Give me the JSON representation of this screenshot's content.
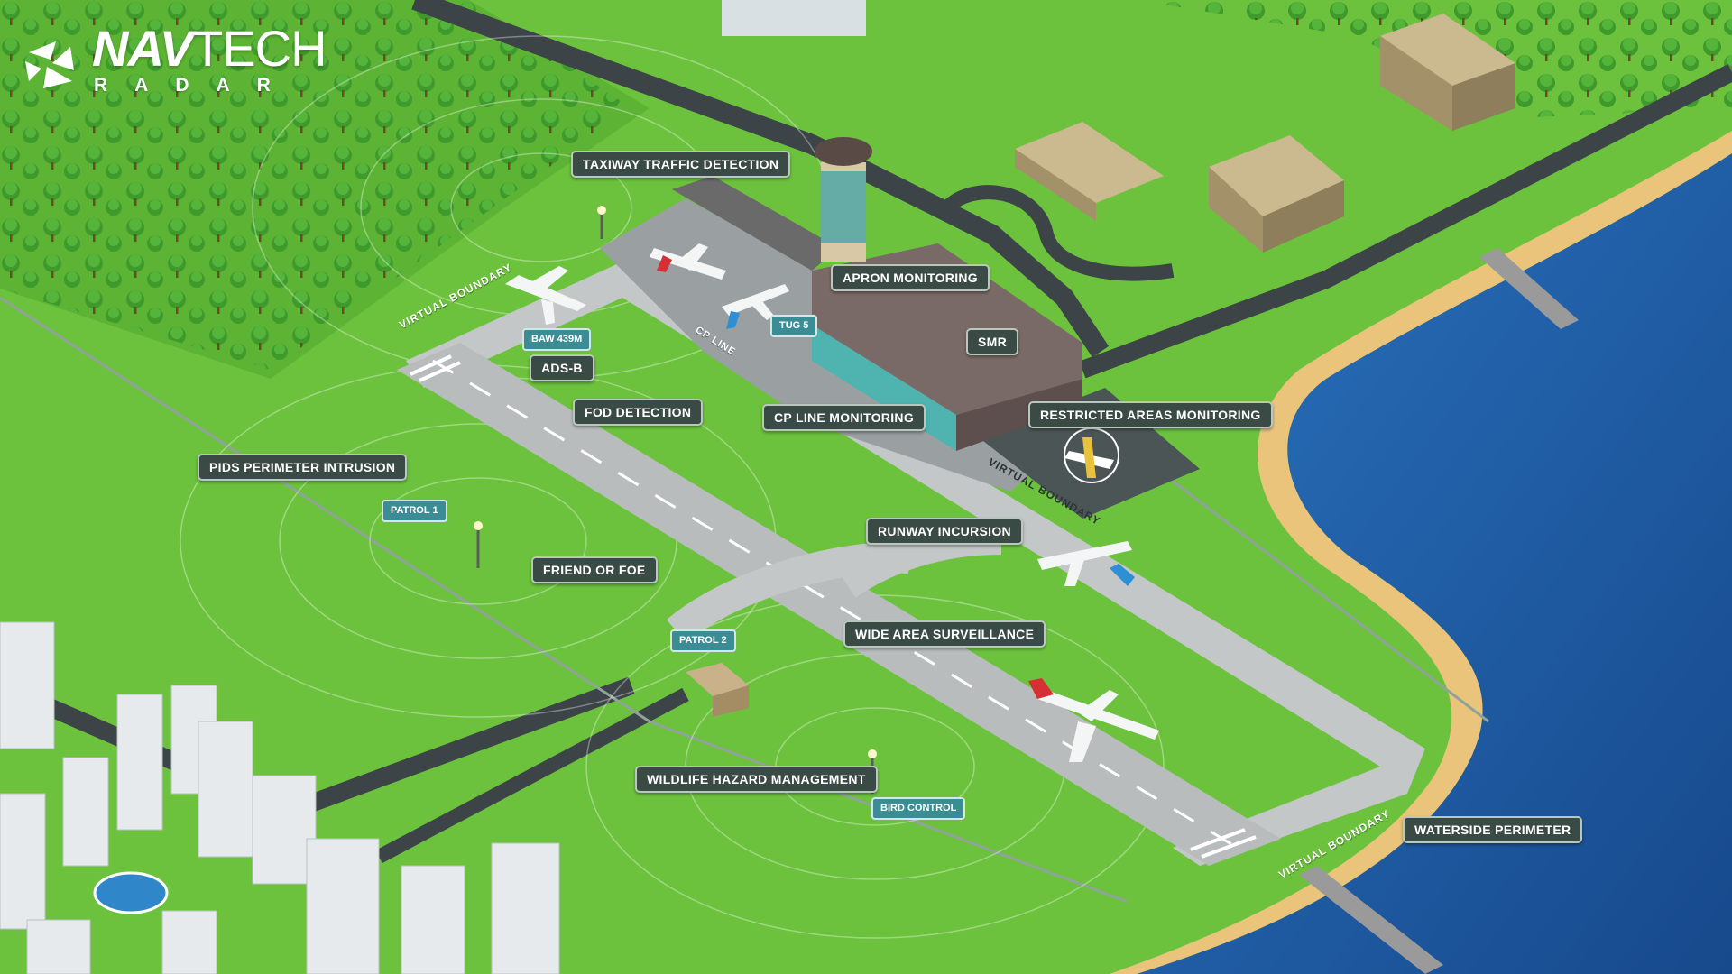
{
  "brand": {
    "name_bold": "NAV",
    "name_light": "TECH",
    "sub": "RADAR"
  },
  "labels": {
    "taxiway": "TAXIWAY TRAFFIC DETECTION",
    "apron": "APRON MONITORING",
    "smr": "SMR",
    "adsb": "ADS-B",
    "fod": "FOD DETECTION",
    "cpline_mon": "CP LINE MONITORING",
    "restricted": "RESTRICTED AREAS MONITORING",
    "pids": "PIDS PERIMETER INTRUSION",
    "friend_foe": "FRIEND OR FOE",
    "runway_incursion": "RUNWAY INCURSION",
    "wide_area": "WIDE AREA SURVEILLANCE",
    "wildlife": "WILDLIFE HAZARD MANAGEMENT",
    "waterside": "WATERSIDE PERIMETER"
  },
  "tags": {
    "baw": "BAW 439M",
    "tug": "TUG 5",
    "patrol1": "PATROL 1",
    "patrol2": "PATROL 2",
    "bird": "BIRD CONTROL"
  },
  "boundaries": {
    "vb_left": "VIRTUAL BOUNDARY",
    "vb_apron": "VIRTUAL BOUNDARY",
    "vb_water": "VIRTUAL BOUNDARY",
    "cp_line": "CP LINE"
  },
  "colors": {
    "grass": "#6cc23d",
    "grass_dark": "#5aae30",
    "runway": "#c9cccc",
    "water": "#1f5fa8",
    "sand": "#e9c47a",
    "label_bg": "#3a4a44",
    "tag_bg": "#3b8d95"
  }
}
